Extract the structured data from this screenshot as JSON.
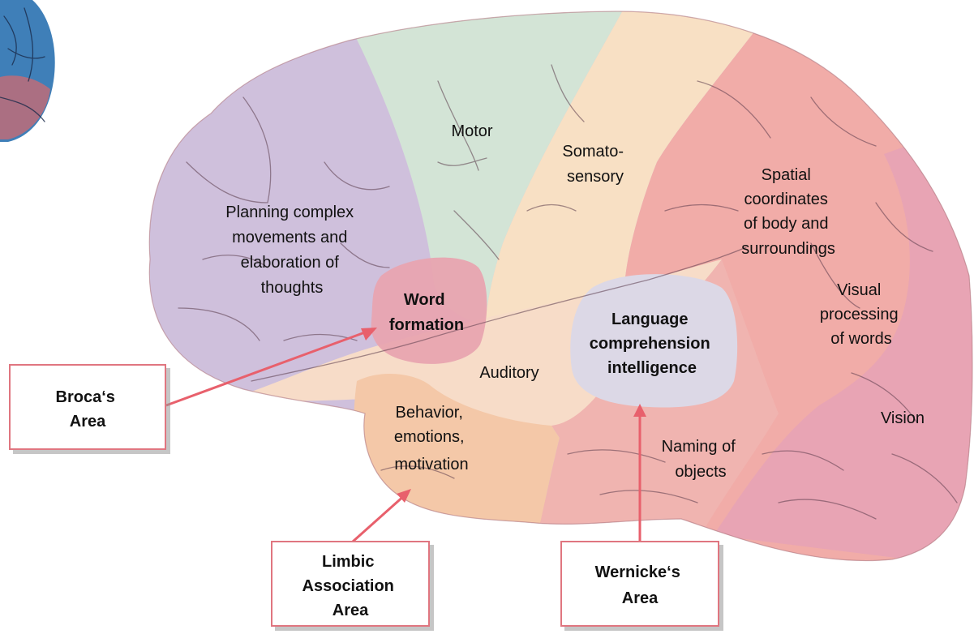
{
  "colors": {
    "frontal": "#cfc0dc",
    "motor": "#d3e4d6",
    "somatosensory": "#f8e0c4",
    "parietal": "#f1aca8",
    "occipital": "#e8a4b4",
    "temporal_upper": "#f7dcc8",
    "limbic": "#f4c8a8",
    "temporal_lower": "#f0b4b0",
    "broca": "#e8a4b0",
    "wernicke": "#dcd8e6",
    "arrow": "#e8606c",
    "box_border": "#e07680"
  },
  "regions": {
    "motor": "Motor",
    "somato": [
      "Somato-",
      "sensory"
    ],
    "spatial": [
      "Spatial",
      "coordinates",
      "of body and",
      "surroundings"
    ],
    "planning": [
      "Planning complex",
      "movements and",
      "elaboration of",
      "thoughts"
    ],
    "word_formation": [
      "Word",
      "formation"
    ],
    "language": [
      "Language",
      "comprehension",
      "intelligence"
    ],
    "visual_words": [
      "Visual",
      "processing",
      "of words"
    ],
    "auditory": "Auditory",
    "behavior": [
      "Behavior,",
      "emotions,",
      "motivation"
    ],
    "vision": "Vision",
    "naming": [
      "Naming of",
      "objects"
    ]
  },
  "callouts": {
    "broca": [
      "Broca‘s",
      "Area"
    ],
    "limbic": [
      "Limbic",
      "Association",
      "Area"
    ],
    "wernicke": [
      "Wernicke‘s",
      "Area"
    ]
  }
}
